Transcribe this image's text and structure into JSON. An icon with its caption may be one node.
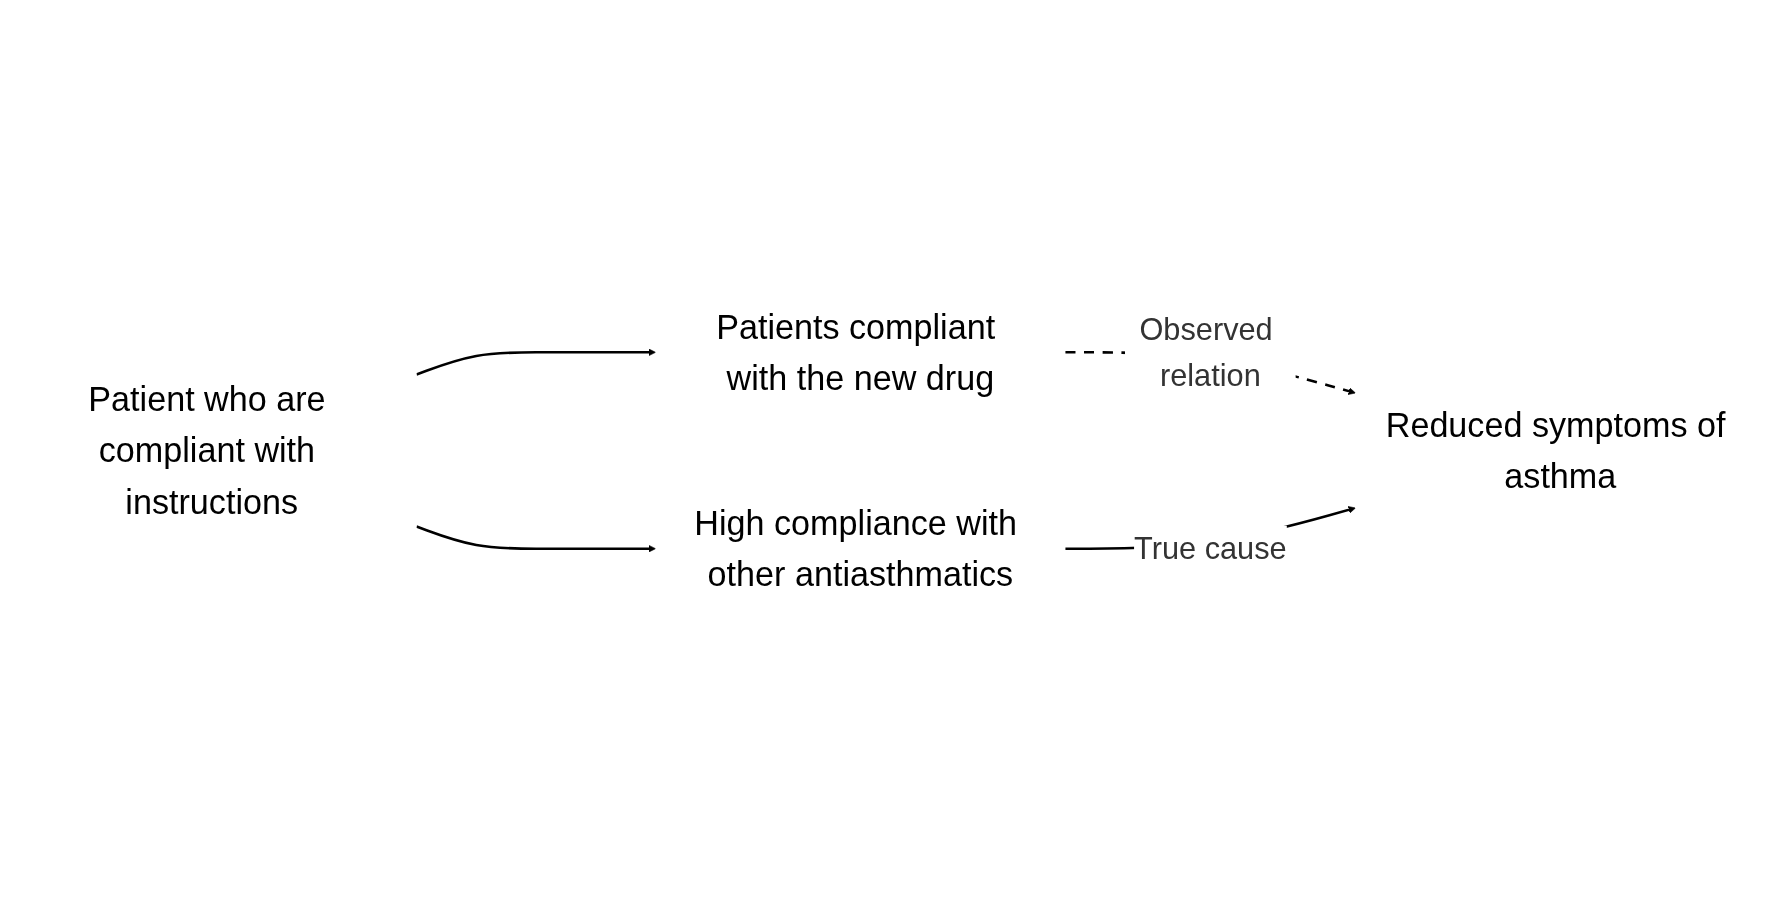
{
  "diagram": {
    "nodes": [
      {
        "text": [
          "Patients compliant with the new drug"
        ]
      },
      {
        "text": [
          "Reduced symptoms of asthma"
        ]
      },
      {
        "text": [
          "Patient who are compliant with instructions"
        ]
      },
      {
        "text": [
          "High compliance with other antiasthmatics"
        ]
      }
    ],
    "edges": [
      {
        "from": 0,
        "to": 1,
        "arrow": "to",
        "style": "dashed",
        "label": "Observed relation"
      },
      {
        "from": 2,
        "to": 0,
        "arrow": "to"
      },
      {
        "from": 2,
        "to": 3,
        "arrow": "to"
      },
      {
        "from": 3,
        "to": 1,
        "arrow": "to",
        "label": "True cause"
      }
    ]
  }
}
